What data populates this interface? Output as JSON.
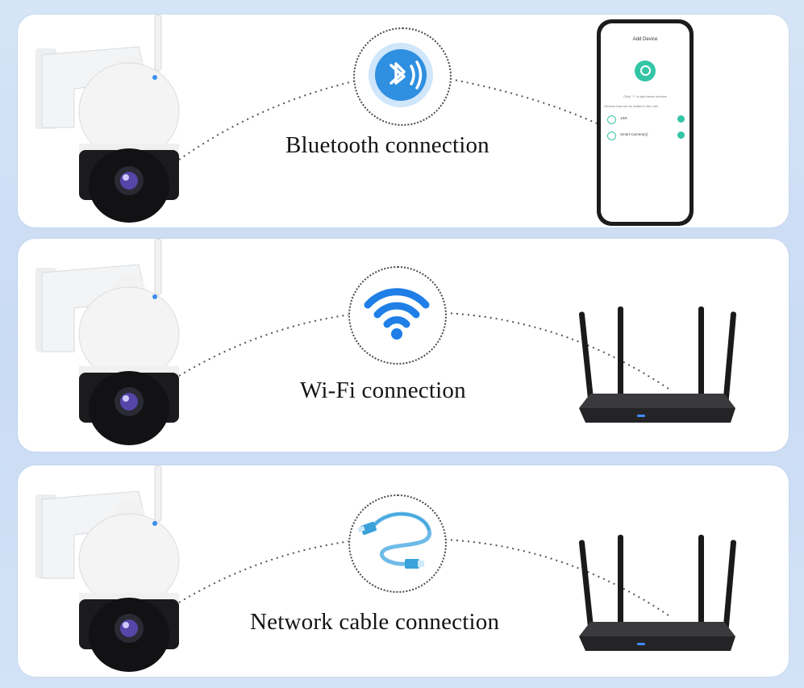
{
  "panels": [
    {
      "caption": "Bluetooth connection",
      "icon": "bluetooth-icon",
      "target": "smartphone",
      "accent": "#2f8fe0"
    },
    {
      "caption": "Wi-Fi connection",
      "icon": "wifi-icon",
      "target": "router",
      "accent": "#1f7fe6"
    },
    {
      "caption": "Network cable connection",
      "icon": "ethernet-cable-icon",
      "target": "router",
      "accent": "#3aa2d8"
    }
  ],
  "phone": {
    "title": "Add Device",
    "hint": "Click \"+\" to add below devices",
    "list_header": "Devices that can be added in the LAN",
    "items": [
      "1SR",
      "Smart Camera(s)"
    ]
  }
}
